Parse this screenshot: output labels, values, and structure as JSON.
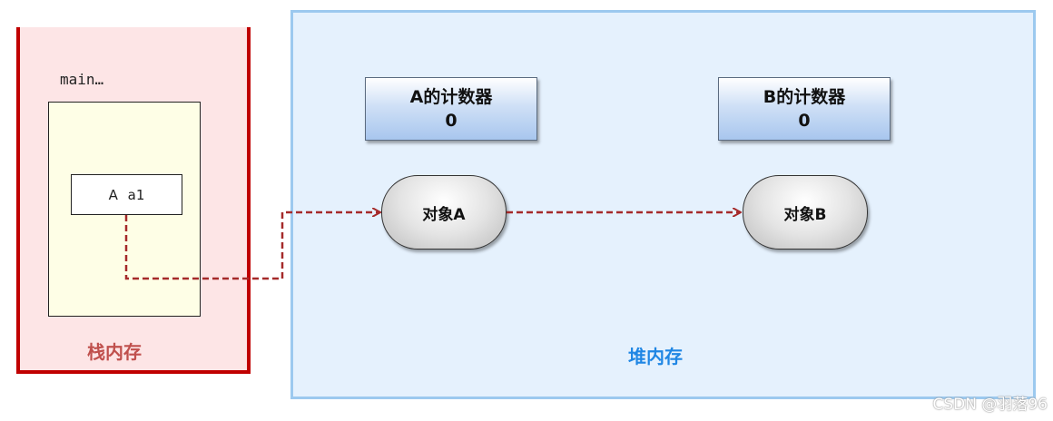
{
  "stack": {
    "frame_label": "main…",
    "variable": "A  a1",
    "title": "栈内存"
  },
  "heap": {
    "title": "堆内存",
    "counter_a": {
      "name": "A的计数器",
      "value": "0"
    },
    "counter_b": {
      "name": "B的计数器",
      "value": "0"
    },
    "object_a": "对象A",
    "object_b": "对象B"
  },
  "colors": {
    "stack_border": "#c00000",
    "stack_title": "#c0504d",
    "heap_border": "#9cc9ef",
    "heap_title": "#1f86e4",
    "arrow": "#a52a2a"
  },
  "watermark": "CSDN @羽落96"
}
